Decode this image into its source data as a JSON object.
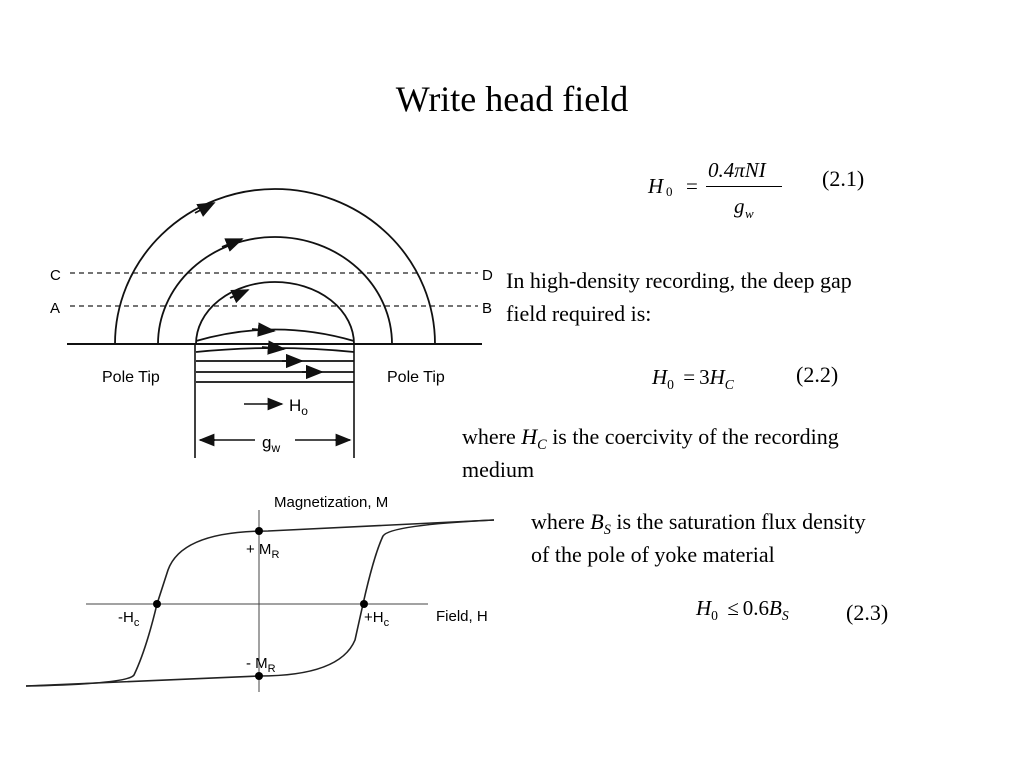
{
  "slide": {
    "title": "Write head field"
  },
  "equations": {
    "eq1": {
      "lhs": "H",
      "lhs_sub": "0",
      "op": "=",
      "numerator": "0.4πNI",
      "denominator": "g",
      "denominator_sub": "w",
      "number": "(2.1)"
    },
    "eq2": {
      "lhs": "H",
      "lhs_sub": "0",
      "op": "=",
      "rhs_coef": "3",
      "rhs_var": "H",
      "rhs_sub": "C",
      "number": "(2.2)"
    },
    "eq3": {
      "lhs": "H",
      "lhs_sub": "0",
      "op": "≤",
      "rhs_coef": "0.6",
      "rhs_var": "B",
      "rhs_sub": "S",
      "number": "(2.3)"
    }
  },
  "text": {
    "para1_line1": "In high-density recording, the deep gap",
    "para1_line2": "field required is:",
    "para2_prefix": "where ",
    "para2_var": "H",
    "para2_sub": "C",
    "para2_rest": " is the coercivity of the recording",
    "para2_line2": "medium",
    "para3_prefix": "where ",
    "para3_var": "B",
    "para3_sub": "S",
    "para3_rest": " is the saturation flux density",
    "para3_line2": "of the pole of yoke material"
  },
  "head_diagram": {
    "label_c": "C",
    "label_a": "A",
    "label_d": "D",
    "label_b": "B",
    "pole_tip_left": "Pole Tip",
    "pole_tip_right": "Pole Tip",
    "h_label": "H",
    "h_sub": "o",
    "g_label": "g",
    "g_sub": "w"
  },
  "hysteresis": {
    "y_axis_label": "Magnetization, M",
    "x_axis_label": "Field, H",
    "plus_mr_prefix": "+ M",
    "plus_mr_sub": "R",
    "minus_mr_prefix": "- M",
    "minus_mr_sub": "R",
    "minus_hc_prefix": "-H",
    "minus_hc_sub": "c",
    "plus_hc_prefix": "+H",
    "plus_hc_sub": "c"
  }
}
